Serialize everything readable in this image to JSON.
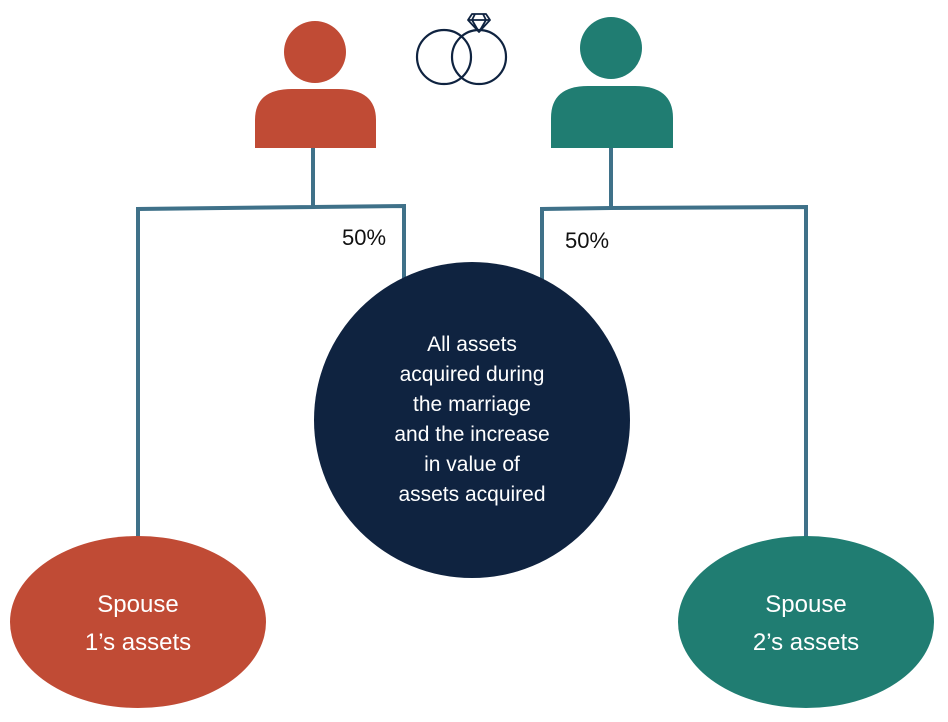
{
  "colors": {
    "spouse1": "#c04b35",
    "spouse2": "#207d72",
    "center": "#0f2340",
    "connector": "#3f7189",
    "rings": "#0f2340"
  },
  "icons": {
    "spouse1": "person-icon",
    "spouse2": "person-icon",
    "marriage": "wedding-rings-icon"
  },
  "share_left": "50%",
  "share_right": "50%",
  "center_lines": [
    "All assets",
    "acquired during",
    "the marriage",
    "and the increase",
    "in value of",
    "assets acquired"
  ],
  "spouse1_lines": [
    "Spouse",
    "1’s assets"
  ],
  "spouse2_lines": [
    "Spouse",
    "2’s assets"
  ]
}
